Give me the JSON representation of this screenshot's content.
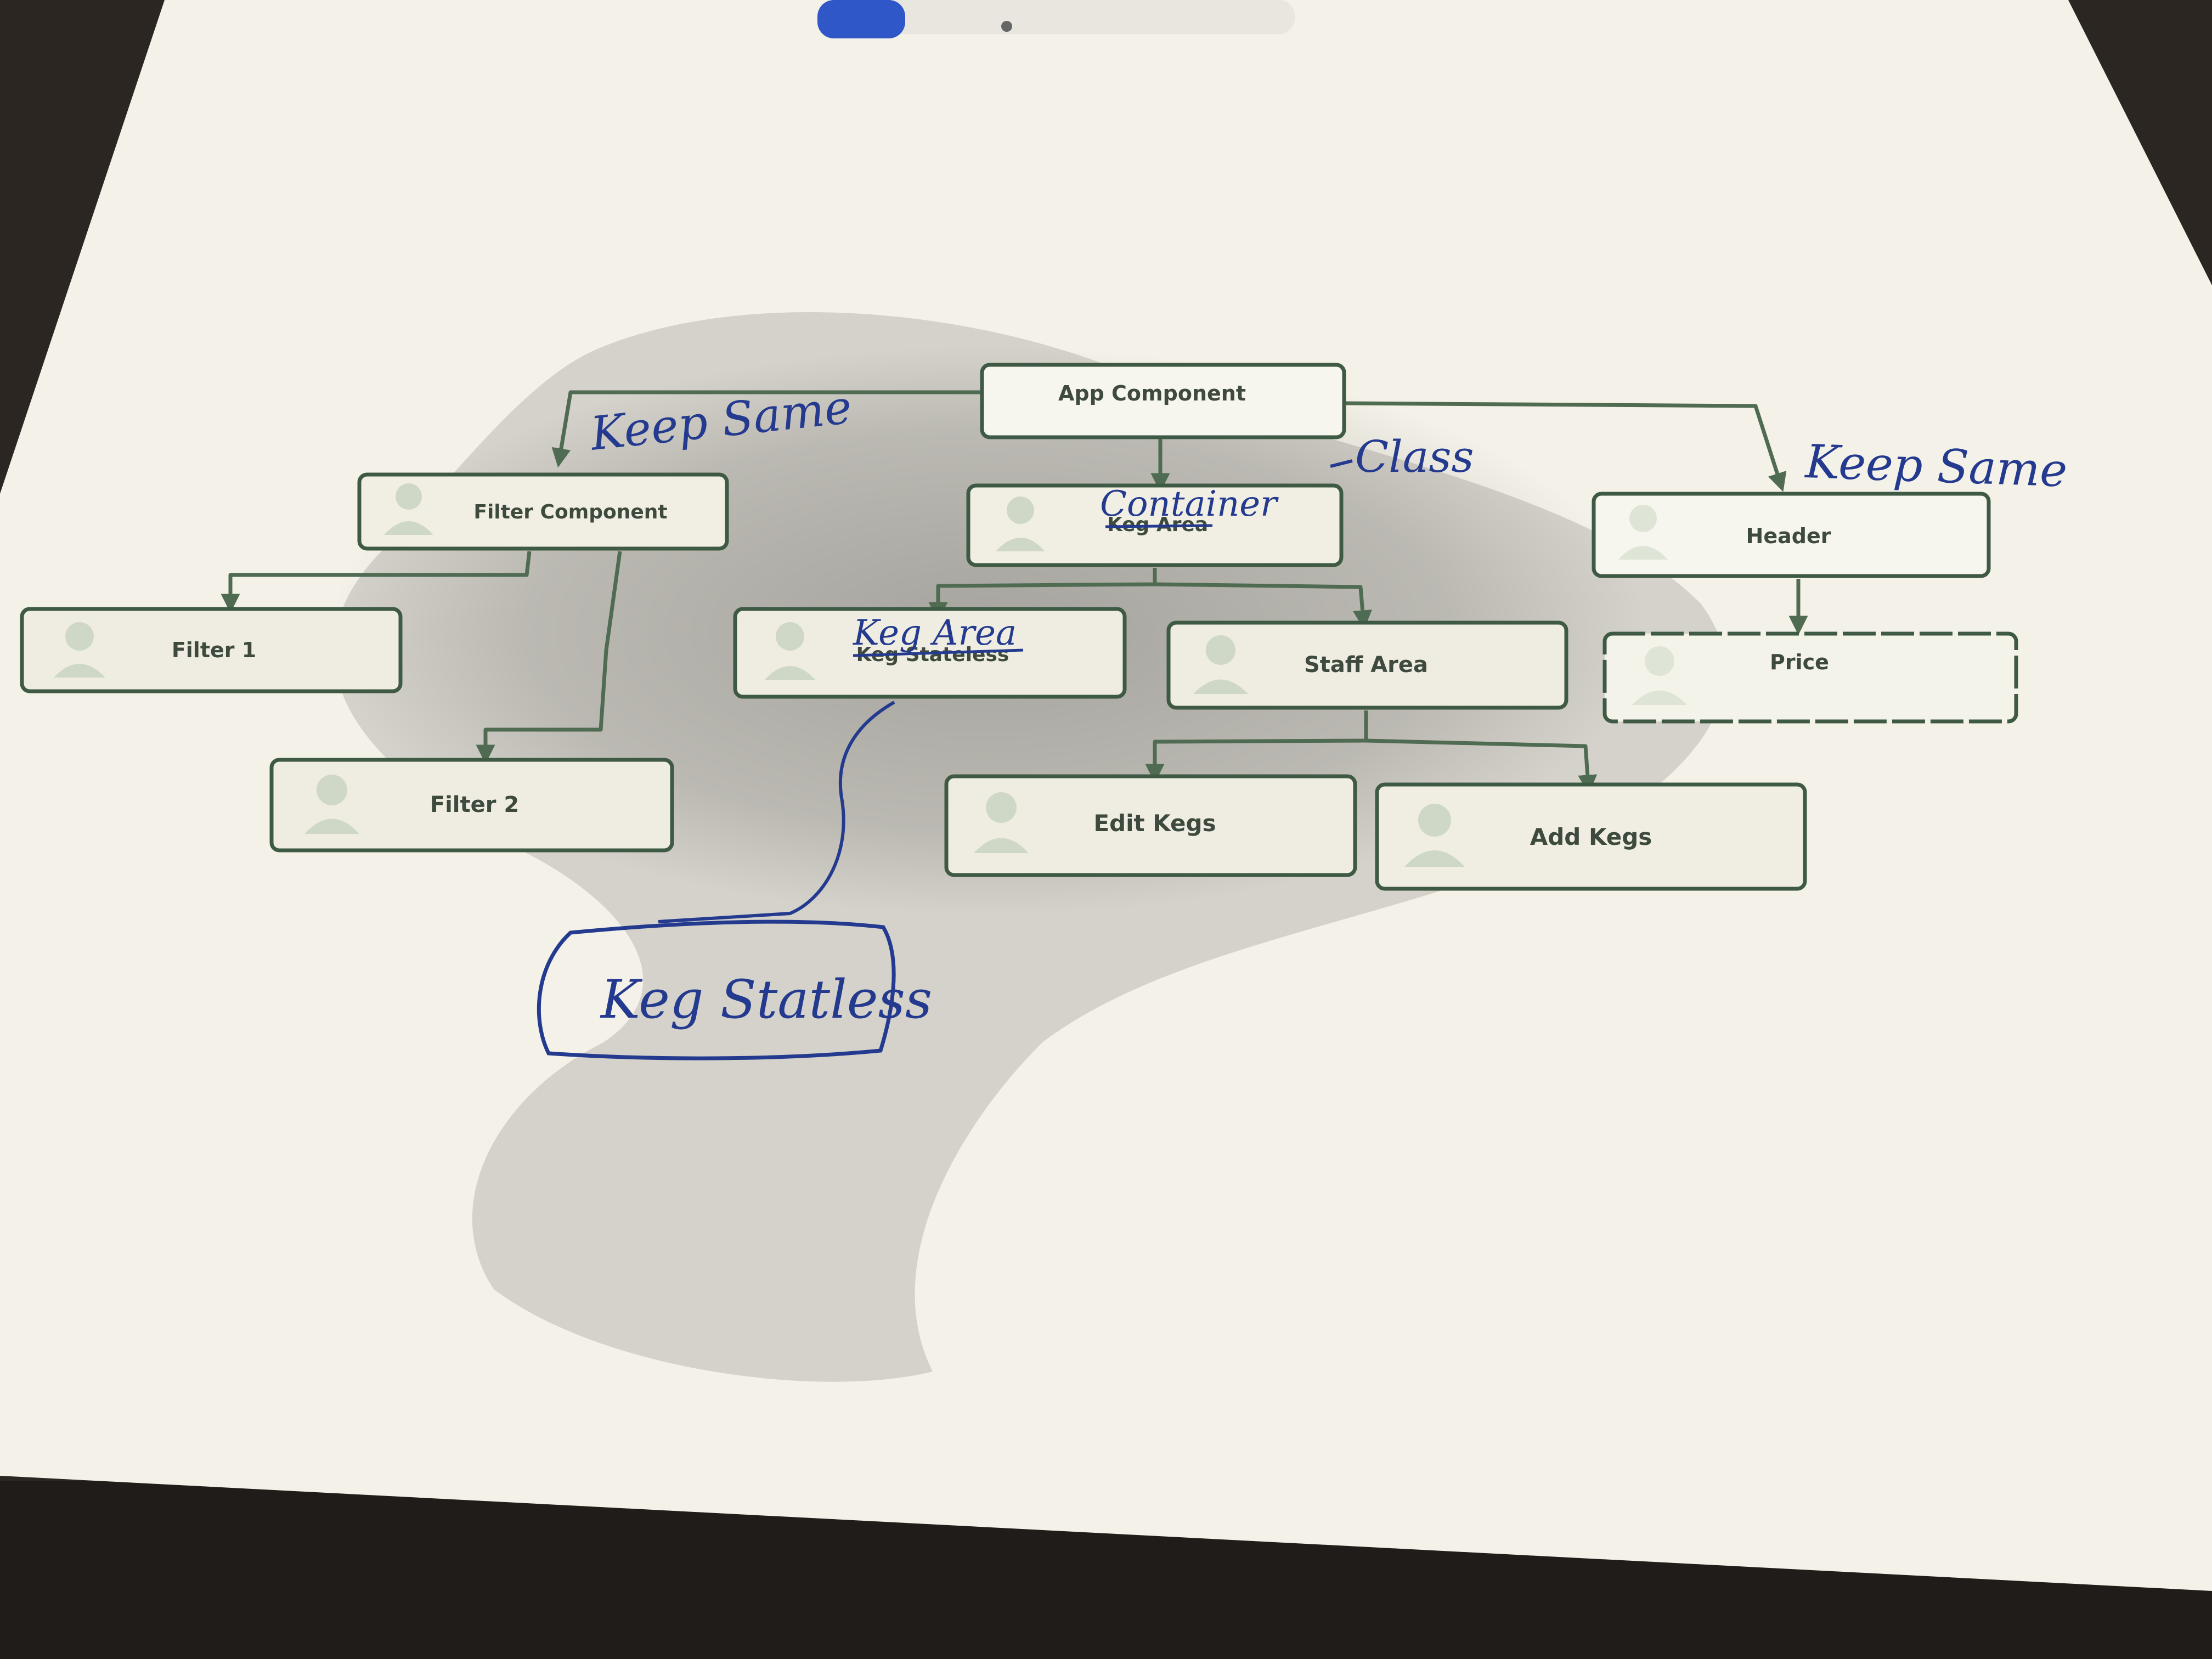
{
  "diagram": {
    "nodes": {
      "app": {
        "label": "App Component"
      },
      "filter_component": {
        "label": "Filter Component"
      },
      "keg_area": {
        "label": "Keg Area"
      },
      "header": {
        "label": "Header"
      },
      "filter_1": {
        "label": "Filter 1"
      },
      "filter_2": {
        "label": "Filter 2"
      },
      "keg_stateless": {
        "label": "Keg Stateless"
      },
      "staff_area": {
        "label": "Staff Area"
      },
      "price": {
        "label": "Price"
      },
      "edit_kegs": {
        "label": "Edit Kegs"
      },
      "add_kegs": {
        "label": "Add Kegs"
      }
    },
    "edges": [
      {
        "from": "App Component",
        "to": "Filter Component"
      },
      {
        "from": "App Component",
        "to": "Keg Area"
      },
      {
        "from": "App Component",
        "to": "Header"
      },
      {
        "from": "Filter Component",
        "to": "Filter 1"
      },
      {
        "from": "Filter Component",
        "to": "Filter 2"
      },
      {
        "from": "Keg Area",
        "to": "Keg Stateless"
      },
      {
        "from": "Keg Area",
        "to": "Staff Area"
      },
      {
        "from": "Staff Area",
        "to": "Edit Kegs"
      },
      {
        "from": "Staff Area",
        "to": "Add Kegs"
      },
      {
        "from": "Header",
        "to": "Price"
      }
    ]
  },
  "annotations": {
    "keep_same_left": "Keep Same",
    "keep_same_right": "Keep Same",
    "class_note": "Class",
    "container_note": "Container",
    "keg_area_note": "Keg Area",
    "keg_stateless_note": "Keg Statless"
  },
  "colors": {
    "paper": "#f4f2e8",
    "node_border": "#3f5a44",
    "connector": "#4f6b52",
    "ink": "#243a8f",
    "pen_body": "#e8e6df",
    "pen_cap": "#2f57c8"
  }
}
